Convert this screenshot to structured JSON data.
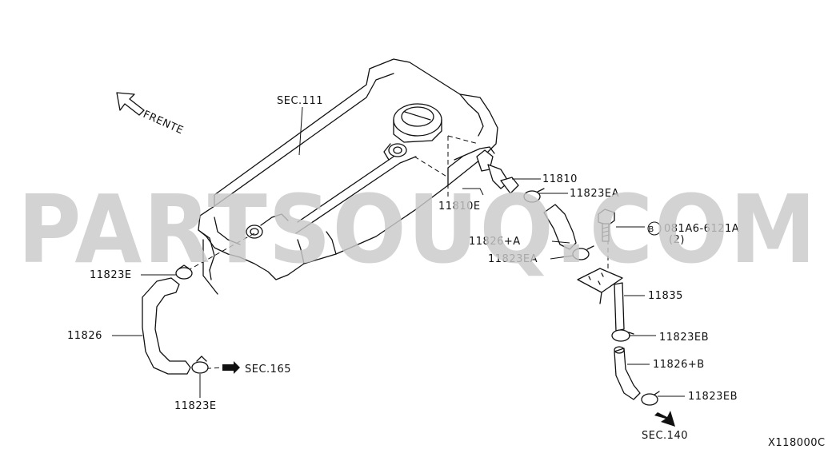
{
  "watermark": "PARTSOUQ.COM",
  "direction_label": "FRENTE",
  "diagram_code": "X118000C",
  "labels": {
    "sec111": "SEC.111",
    "p11810": "11810",
    "p11810e": "11810E",
    "p11823ea_top": "11823EA",
    "bolt_part": "081A6-6121A",
    "bolt_qty": "(2)",
    "bolt_marker": "B",
    "p11826a": "11826+A",
    "p11823ea_mid": "11823EA",
    "p11823e_top": "11823E",
    "p11835": "11835",
    "p11826": "11826",
    "p11823eb_top": "11823EB",
    "p11826b": "11826+B",
    "sec165": "SEC.165",
    "p11823e_bottom": "11823E",
    "p11823eb_bottom": "11823EB",
    "sec140": "SEC.140"
  }
}
